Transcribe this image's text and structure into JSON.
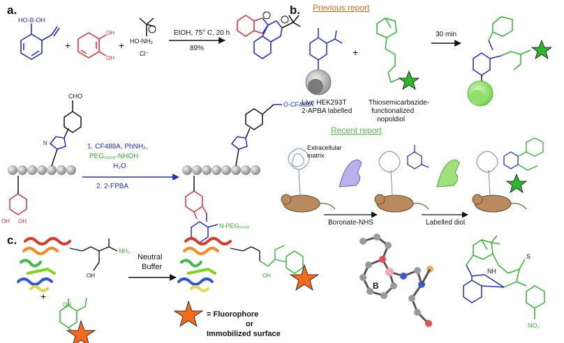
{
  "colors": {
    "blue": "#1f2bd6",
    "red": "#e0303a",
    "green": "#2fb52f",
    "black": "#111111",
    "orange_link": "#d2691e",
    "green_link": "#58b84a",
    "star_orange": "#f26b1d"
  },
  "panel_a": {
    "label": "a.",
    "arrow_top": "EtOH, 75° C, 20 h",
    "arrow_bottom": "89%",
    "group_b_oh": "HO-B-OH",
    "plus": "+",
    "hydroxylamine": "HO-NH₂",
    "chloride": "Cl⁻",
    "reagent_1": "1. CF488A, PhNH₂,",
    "reagent_peg": "PEG₆₀₀₀-NHOH",
    "reagent_h2o": "H₂O",
    "reagent_2": "2. 2-FPBA",
    "cho": "CHO",
    "oxime_label": "O-CF488A",
    "peg_label": "N-PEG₆₀₀₀",
    "triazole_n": "N"
  },
  "panel_b": {
    "label": "b.",
    "previous_title": "Previous report",
    "recent_title": "Recent report",
    "cell_label_1": "Live HEK293T",
    "cell_label_2": "2-APBA labelled",
    "reagent_label_1": "Thiosemicarbazide-",
    "reagent_label_2": "functionalized",
    "reagent_label_3": "nopoldiol",
    "time_label": "30 min",
    "matrix_label_1": "Extracellular",
    "matrix_label_2": "matrix",
    "step_1": "Boronate-NHS",
    "step_2": "Labelled diol"
  },
  "panel_c": {
    "label": "c.",
    "buffer_1": "Neutral",
    "buffer_2": "Buffer",
    "legend_1": "= Fluorophore",
    "legend_2": "or",
    "legend_3": "Immobilized surface",
    "boron_atom": "B",
    "nitro": "NO₂",
    "hydrazide": "NH₂",
    "oh": "OH",
    "nh": "NH",
    "s": "S"
  }
}
